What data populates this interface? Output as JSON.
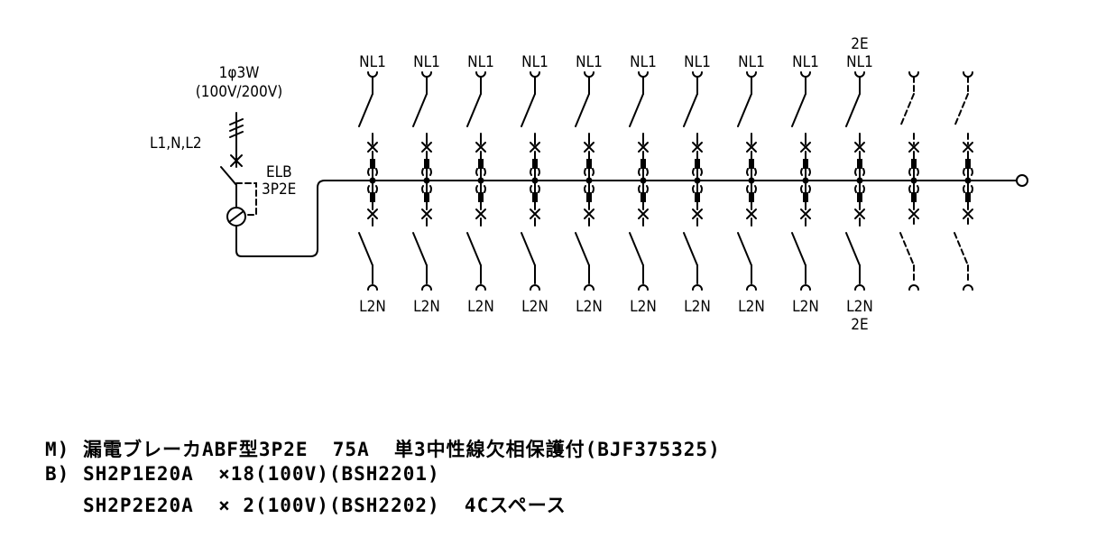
{
  "supply": {
    "phase": "1φ3W",
    "voltage": "(100V/200V)",
    "lines": "L1,N,L2"
  },
  "main_breaker": {
    "name": "ELB",
    "poles": "3P2E"
  },
  "branches_top": [
    "NL1",
    "NL1",
    "NL1",
    "NL1",
    "NL1",
    "NL1",
    "NL1",
    "NL1",
    "NL1",
    "NL1"
  ],
  "branches_bottom": [
    "L2N",
    "L2N",
    "L2N",
    "L2N",
    "L2N",
    "L2N",
    "L2N",
    "L2N",
    "L2N",
    "L2N"
  ],
  "branch_2e_marks": {
    "top": "2E",
    "bottom": "2E"
  },
  "spare_count": 2,
  "spec_lines": [
    {
      "tag": "M)",
      "text": "漏電ブレーカABF型3P2E  75A  単3中性線欠相保護付(BJF375325)"
    },
    {
      "tag": "B)",
      "text": "SH2P1E20A  ×18(100V)(BSH2201)"
    },
    {
      "tag": "",
      "text": "SH2P2E20A  × 2(100V)(BSH2202)  4Cスペース"
    }
  ]
}
